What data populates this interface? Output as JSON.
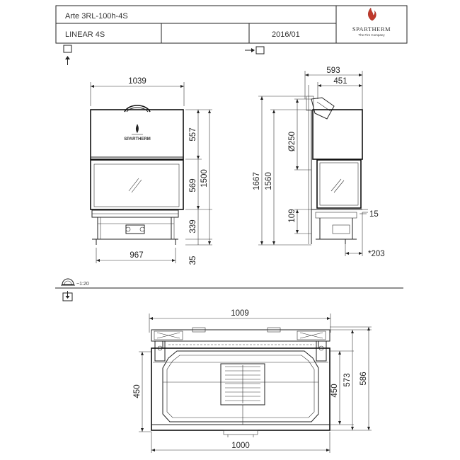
{
  "title_block": {
    "model": "Arte 3RL-100h-4S",
    "variant": "LINEAR 4S",
    "date": "2016/01",
    "brand": "SPARTHERM",
    "brand_tagline": "The Fire Company",
    "stove_badge": "SPARTHERM"
  },
  "scale_label": "~1:20",
  "front_view": {
    "width_top": "1039",
    "width_bottom": "967",
    "h_upper": "557",
    "h_door": "569",
    "h_total": "1500",
    "h_base": "339",
    "h_foot": "35"
  },
  "side_view": {
    "depth_outer": "593",
    "depth_inner": "451",
    "h_total_outer": "1667",
    "h_total_inner": "1560",
    "flue_diameter": "Ø250",
    "h_109": "109",
    "offset_15": "15",
    "foot_depth": "*203"
  },
  "plan_view": {
    "width_top": "1009",
    "width_bottom": "1000",
    "depth_left": "450",
    "depth_inner_right": "450",
    "depth_573": "573",
    "depth_586": "586"
  },
  "colors": {
    "line": "#222222",
    "glass": "#f7f7f7",
    "logo_flame": "#c0392b"
  },
  "icons": [
    "view-front-icon",
    "view-side-icon",
    "view-top-icon",
    "scale-icon"
  ]
}
